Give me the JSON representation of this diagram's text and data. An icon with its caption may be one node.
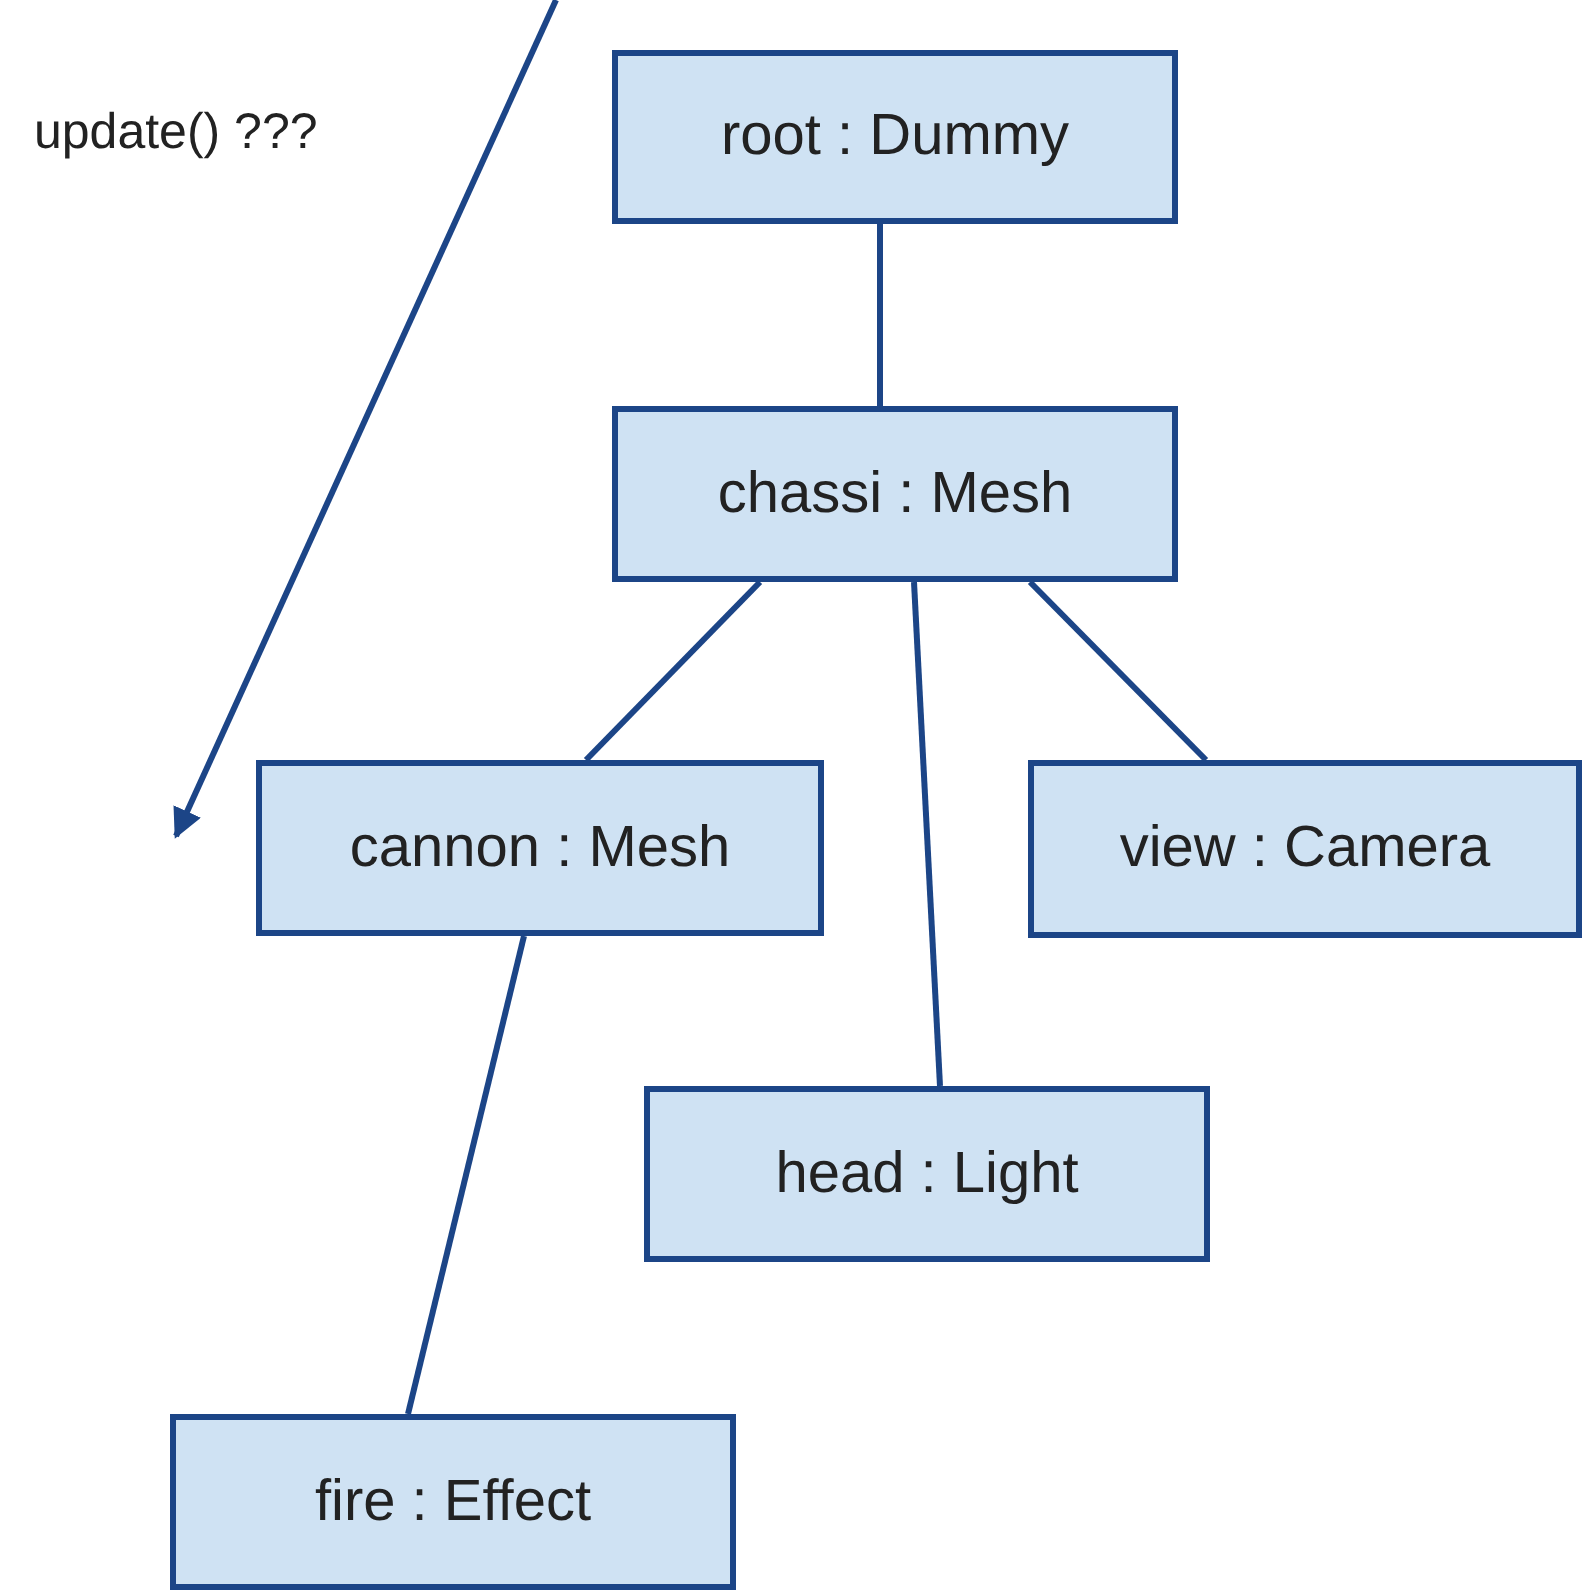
{
  "diagram": {
    "nodes": [
      {
        "text": [
          "root : Dummy"
        ]
      },
      {
        "text": [
          "chassi : Mesh"
        ]
      },
      {
        "text": [
          "cannon : Mesh"
        ]
      },
      {
        "text": [
          "view : Camera"
        ]
      },
      {
        "text": [
          "head : Light"
        ]
      },
      {
        "text": [
          "fire : Effect"
        ]
      }
    ],
    "edges": [
      {
        "from": 0,
        "to": 1,
        "arrow": "none"
      },
      {
        "from": 1,
        "to": 2,
        "arrow": "none"
      },
      {
        "from": 1,
        "to": 4,
        "arrow": "none"
      },
      {
        "from": 1,
        "to": 3,
        "arrow": "none"
      },
      {
        "from": 2,
        "to": 5,
        "arrow": "none"
      }
    ],
    "labels": [
      "update() ???"
    ]
  }
}
